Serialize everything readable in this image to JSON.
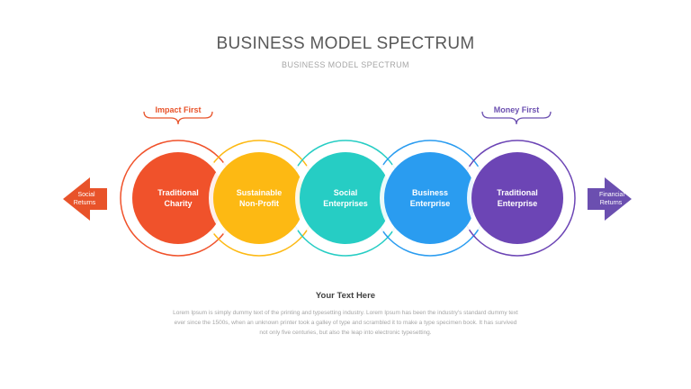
{
  "header": {
    "title": "BUSINESS MODEL SPECTRUM",
    "subtitle": "BUSINESS  MODEL  SPECTRUM"
  },
  "braces": {
    "left": {
      "label": "Impact  First",
      "color": "#e8532a"
    },
    "right": {
      "label": "Money  First",
      "color": "#6b4fb0"
    }
  },
  "arrows": {
    "left": {
      "line1": "Social",
      "line2": "Returns",
      "color": "#e8532a"
    },
    "right": {
      "line1": "Financial",
      "line2": "Returns",
      "color": "#6b4fb0"
    }
  },
  "stages": [
    {
      "line1": "Traditional",
      "line2": "Charity",
      "color": "#f0522b",
      "ring": "#f0522b"
    },
    {
      "line1": "Sustainable",
      "line2": "Non-Profit",
      "color": "#fdb913",
      "ring": "#fdb913"
    },
    {
      "line1": "Social",
      "line2": "Enterprises",
      "color": "#26cdc4",
      "ring": "#26cdc4"
    },
    {
      "line1": "Business",
      "line2": "Enterprise",
      "color": "#2a9cf0",
      "ring": "#2a9cf0"
    },
    {
      "line1": "Traditional",
      "line2": "Enterprise",
      "color": "#6c45b5",
      "ring": "#6c45b5"
    }
  ],
  "footer": {
    "heading": "Your  Text Here",
    "body": "Lorem Ipsum is simply dummy text of the printing and typesetting industry. Lorem Ipsum has been the industry's standard dummy text ever since the 1500s, when an unknown printer took a galley of type and scrambled it to make a type specimen book. It has survived not only five centuries, but also the leap into electronic typesetting."
  }
}
